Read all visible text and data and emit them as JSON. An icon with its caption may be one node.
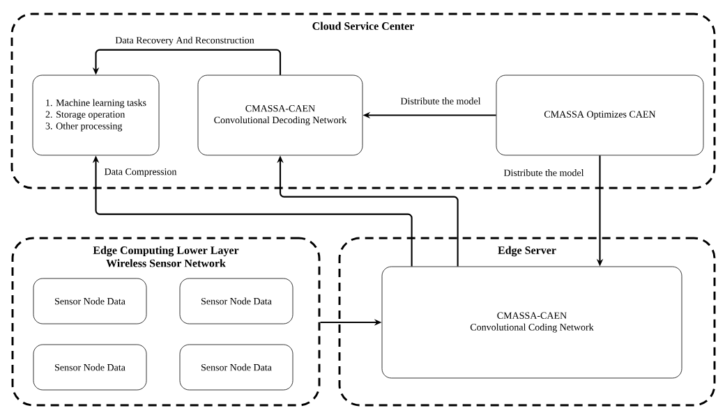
{
  "diagram": {
    "nodes": [
      {
        "text": [
          "Cloud Service Center"
        ]
      },
      {
        "text": [
          "1. Machine learning tasks",
          "2. Storage operation",
          "3. Other processing"
        ],
        "in": 0
      },
      {
        "text": [
          "CMASSA-CAEN",
          "Convolutional Decoding Network"
        ],
        "in": 0
      },
      {
        "text": [
          "CMASSA Optimizes CAEN"
        ],
        "in": 0
      },
      {
        "text": [
          "Edge Computing Lower Layer",
          "Wireless Sensor Network"
        ]
      },
      {
        "text": [
          "Sensor Node Data"
        ],
        "in": 4
      },
      {
        "text": [
          "Sensor Node Data"
        ],
        "in": 4
      },
      {
        "text": [
          "Sensor Node Data"
        ],
        "in": 4
      },
      {
        "text": [
          "Sensor Node Data"
        ],
        "in": 4
      },
      {
        "text": [
          "Edge Server"
        ]
      },
      {
        "text": [
          "CMASSA-CAEN",
          "Convolutional Coding Network"
        ],
        "in": 9
      }
    ],
    "edges": [
      {
        "from": 2,
        "to": 1,
        "arrow": "to",
        "label": "Data Recovery And Reconstruction"
      },
      {
        "from": 3,
        "to": 2,
        "arrow": "to",
        "label": "Distribute the model"
      },
      {
        "from": 3,
        "to": 10,
        "arrow": "to",
        "label": "Distribute the model"
      },
      {
        "from": 10,
        "to": 1,
        "arrow": "to",
        "label": "Data Compression"
      },
      {
        "from": 10,
        "to": 2,
        "arrow": "to"
      },
      {
        "from": 4,
        "to": 10,
        "arrow": "to"
      }
    ]
  }
}
